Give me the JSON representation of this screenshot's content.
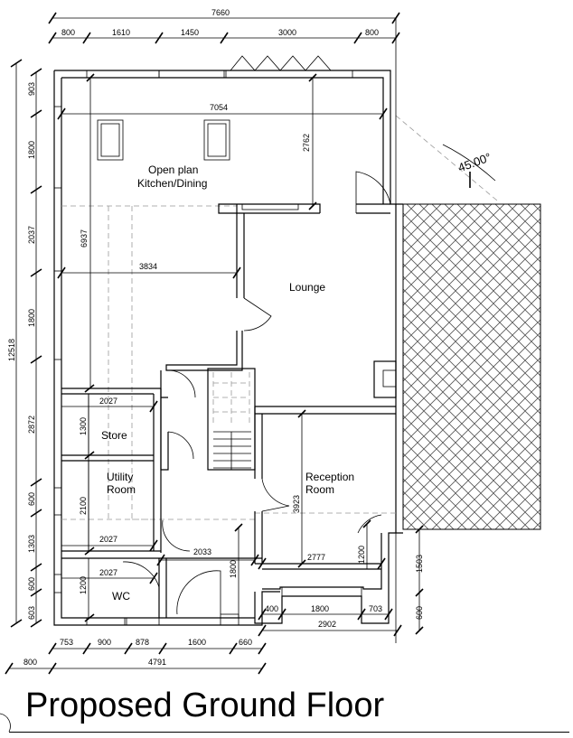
{
  "title": "Proposed Ground Floor",
  "angle_label": "45.00°",
  "rooms": {
    "kitchen_line1": "Open plan",
    "kitchen_line2": "Kitchen/Dining",
    "lounge": "Lounge",
    "store": "Store",
    "utility_line1": "Utility",
    "utility_line2": "Room",
    "reception_line1": "Reception",
    "reception_line2": "Room",
    "wc": "WC"
  },
  "dims": {
    "top_total": "7660",
    "top_1": "800",
    "top_2": "1610",
    "top_3": "1450",
    "top_4": "3000",
    "top_5": "800",
    "inner_width": "7054",
    "kitchen_depth": "2762",
    "lounge_left": "3834",
    "kitchen_height": "6937",
    "left_1": "903",
    "left_2": "1800",
    "left_3": "2037",
    "left_4": "1800",
    "left_5": "2872",
    "left_6": "600",
    "left_7": "1303",
    "left_8": "600",
    "left_9": "603",
    "left_total": "12518",
    "store_w": "2027",
    "store_h": "1300",
    "utility_h": "2100",
    "utility_w": "2027",
    "wc_w": "2027",
    "wc_h": "1200",
    "hall_w": "2033",
    "hall_h": "1800",
    "reception_h": "3923",
    "reception_w": "2777",
    "reception_side": "1200",
    "right_1503": "1503",
    "right_600": "600",
    "bay_1": "400",
    "bay_2": "1800",
    "bay_3": "703",
    "bay_total": "2902",
    "bottom_1": "753",
    "bottom_2": "900",
    "bottom_3": "878",
    "bottom_4": "1600",
    "bottom_5": "660",
    "bottom_left": "800",
    "bottom_total": "4791"
  }
}
